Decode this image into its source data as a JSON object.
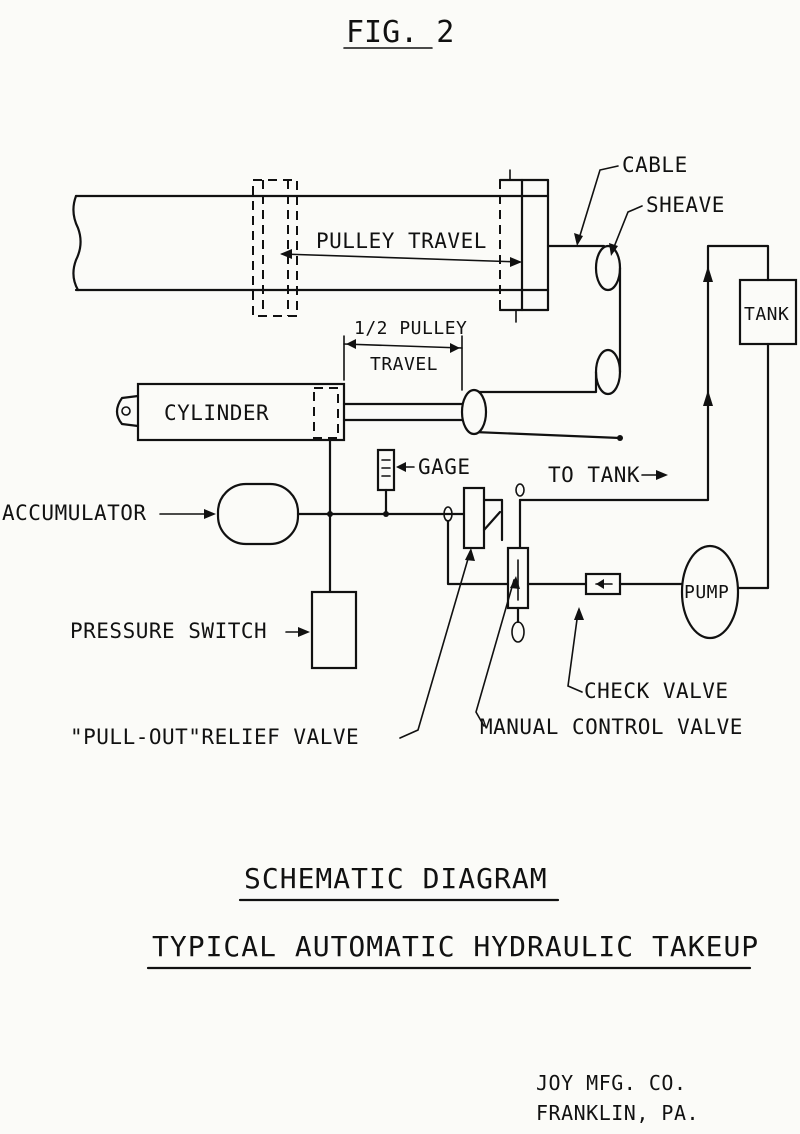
{
  "figure_label": "FIG. 2",
  "labels": {
    "cable": "CABLE",
    "sheave": "SHEAVE",
    "pulley_travel": "PULLEY TRAVEL",
    "half_pulley_travel_line1": "1/2 PULLEY",
    "half_pulley_travel_line2": "TRAVEL",
    "tank": "TANK",
    "cylinder": "CYLINDER",
    "gage": "GAGE",
    "to_tank": "TO TANK",
    "accumulator": "ACCUMULATOR",
    "pump": "PUMP",
    "pressure_switch": "PRESSURE SWITCH",
    "check_valve": "CHECK VALVE",
    "pull_out_relief_valve": "\"PULL-OUT\"RELIEF VALVE",
    "manual_control_valve": "MANUAL CONTROL VALVE"
  },
  "title_line1": "SCHEMATIC DIAGRAM",
  "title_line2": "TYPICAL AUTOMATIC HYDRAULIC TAKEUP",
  "company_line1": "JOY MFG. CO.",
  "company_line2": "FRANKLIN, PA."
}
